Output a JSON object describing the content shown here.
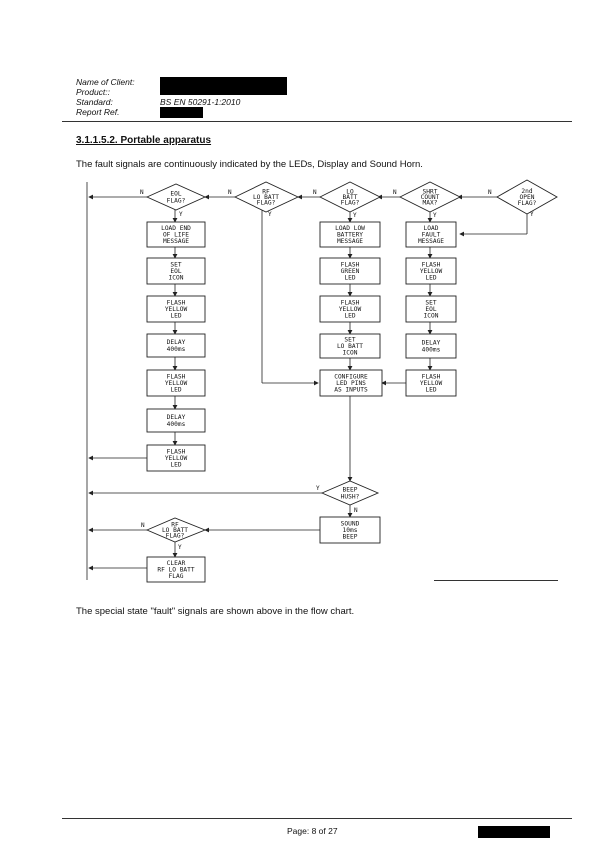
{
  "header": {
    "client_label": "Name of Client:",
    "product_label": "Product::",
    "standard_label": "Standard:",
    "standard_value": "BS EN 50291-1:2010",
    "report_label": "Report Ref."
  },
  "section": {
    "heading": "3.1.1.5.2. Portable apparatus",
    "intro": "The fault signals are continuously indicated by the LEDs, Display and Sound Horn.",
    "outro": "The special state \"fault\" signals are shown above in the flow chart."
  },
  "flowchart": {
    "labels": {
      "yes": "Y",
      "no": "N"
    },
    "decisions": {
      "eol_flag": [
        "EOL",
        "FLAG?"
      ],
      "rf_lo_batt_flag": [
        "RF",
        "LO BATT",
        "FLAG?"
      ],
      "lo_batt_flag": [
        "LO",
        "BATT",
        "FLAG?"
      ],
      "shrt_count_max": [
        "SHRT",
        "COUNT",
        "MAX?"
      ],
      "open_flag_2nd": [
        "2nd",
        "OPEN",
        "FLAG?"
      ],
      "beep_hush": [
        "BEEP",
        "HUSH?"
      ],
      "rf_lo_batt_flag_2": [
        "RF",
        "LO BATT",
        "FLAG?"
      ]
    },
    "col1": [
      [
        "LOAD END",
        "OF LIFE",
        "MESSAGE"
      ],
      [
        "SET",
        "EOL",
        "ICON"
      ],
      [
        "FLASH",
        "YELLOW",
        "LED"
      ],
      [
        "DELAY",
        "400ms"
      ],
      [
        "FLASH",
        "YELLOW",
        "LED"
      ],
      [
        "DELAY",
        "400ms"
      ],
      [
        "FLASH",
        "YELLOW",
        "LED"
      ]
    ],
    "col2": [
      [
        "LOAD LOW",
        "BATTERY",
        "MESSAGE"
      ],
      [
        "FLASH",
        "GREEN",
        "LED"
      ],
      [
        "FLASH",
        "YELLOW",
        "LED"
      ],
      [
        "SET",
        "LO BATT",
        "ICON"
      ]
    ],
    "col3": [
      [
        "LOAD",
        "FAULT",
        "MESSAGE"
      ],
      [
        "FLASH",
        "YELLOW",
        "LED"
      ],
      [
        "SET",
        "EOL",
        "ICON"
      ],
      [
        "DELAY",
        "400ms"
      ],
      [
        "FLASH",
        "YELLOW",
        "LED"
      ]
    ],
    "configure": [
      "CONFIGURE",
      "LED PINS",
      "AS INPUTS"
    ],
    "sound": [
      "SOUND",
      "10ms",
      "BEEP"
    ],
    "clear": [
      "CLEAR",
      "RF LO BATT",
      "FLAG"
    ]
  },
  "footer": {
    "page": "Page: 8 of 27"
  }
}
